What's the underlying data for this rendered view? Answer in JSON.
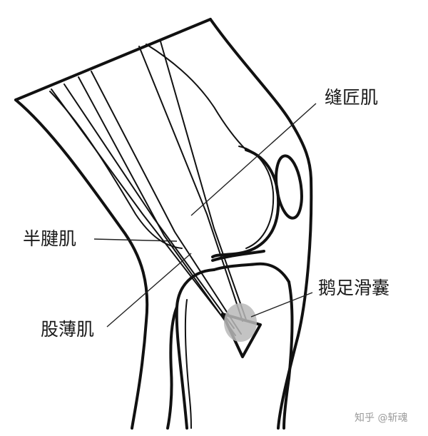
{
  "labels": {
    "sartorius": "缝匠肌",
    "semitendinosus": "半腱肌",
    "gracilis": "股薄肌",
    "pes_anserine_bursa": "鹅足滑囊"
  },
  "watermark": "知乎 @斩魂",
  "colors": {
    "line": "#111111",
    "bursa": "#b9b9b9",
    "background": "#ffffff"
  }
}
